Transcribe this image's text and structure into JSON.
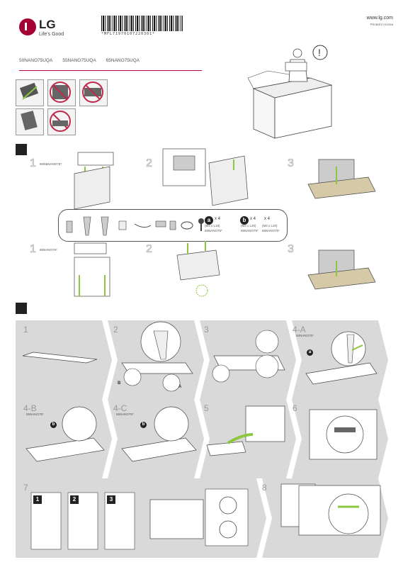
{
  "header": {
    "brand": "LG",
    "slogan": "Life's Good",
    "barcode_text": "*MFL71970107220301*",
    "website": "www.lg.com",
    "made_in": "Printed in Korea"
  },
  "models": [
    "50NANO75UQA",
    "55NANO75UQA",
    "65NANO75UQA"
  ],
  "unpack_steps": {
    "row1": {
      "s1": "1",
      "s1_label": "50/55NANO75*",
      "s2": "2",
      "s3": "3"
    },
    "row2": {
      "s1": "1",
      "s1_label": "65NANO75*",
      "s2": "2",
      "s3": "3"
    }
  },
  "parts": {
    "screw_a_qty": "x 4",
    "screw_a_size": "(M4 x L18)",
    "screw_a_model": "50NANO75*",
    "screw_b_qty": "x 4",
    "screw_b_size": "(M4 x L20)",
    "screw_b_model": "55NANO75*",
    "screw_c_qty": "x 4",
    "screw_c_size": "(M4 x L20)",
    "screw_c_model": "65NANO75*",
    "label_a": "a",
    "label_b": "b"
  },
  "assembly": {
    "step1": "1",
    "step2": "2",
    "step2_b": "B",
    "step2_a": "A",
    "step3": "3",
    "step4a": "4-A",
    "step4a_model": "50NANO75*",
    "step4b": "4-B",
    "step4b_model": "55NANO75*",
    "step4c": "4-C",
    "step4c_model": "65NANO75*",
    "step5": "5",
    "step6": "6",
    "step7": "7",
    "step7_sub": [
      "1",
      "2",
      "3"
    ],
    "step8": "8"
  },
  "colors": {
    "accent": "#a50034",
    "green": "#8dc63f",
    "panel": "#d9d9d9"
  }
}
